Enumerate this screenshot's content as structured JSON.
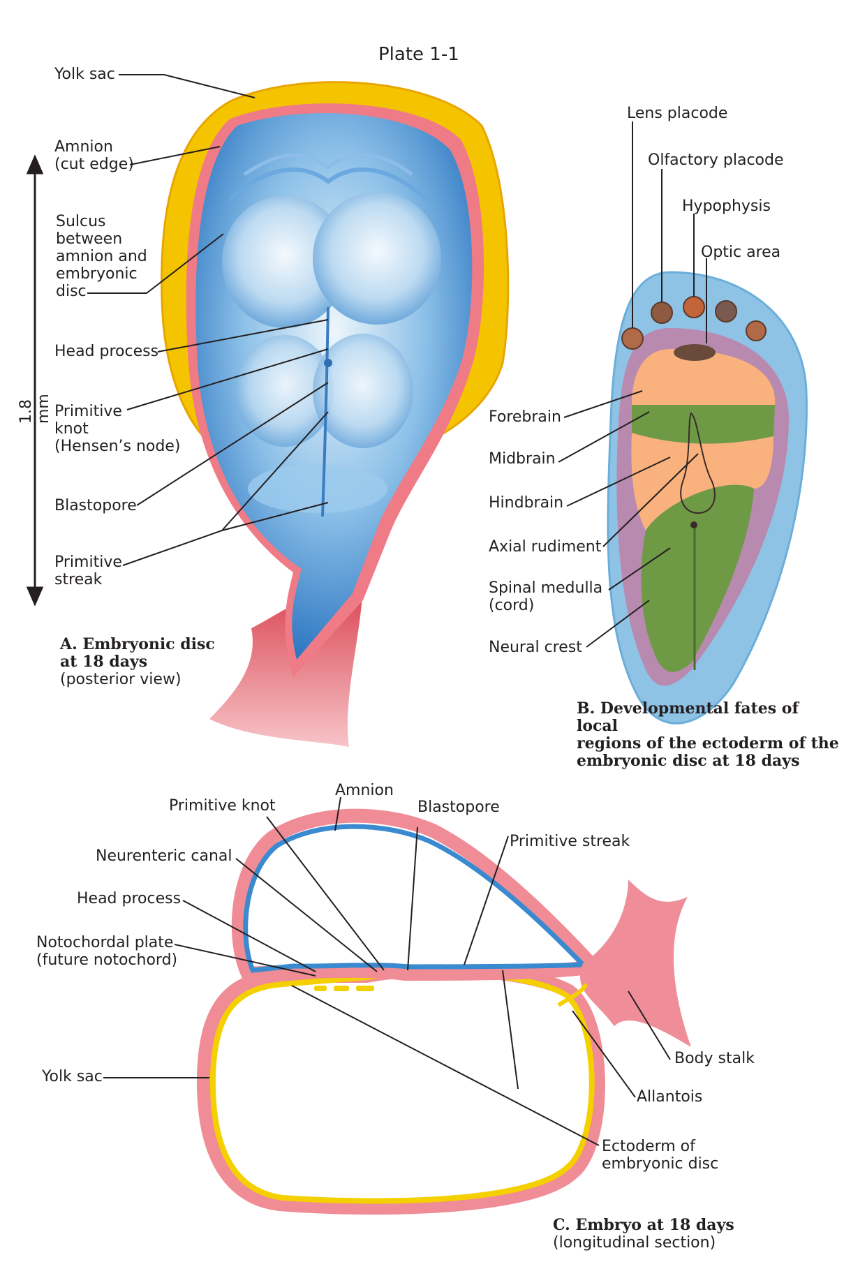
{
  "plate_title": "Plate 1-1",
  "scale_label": "1.8 mm",
  "colors": {
    "yolk_sac": "#f5c400",
    "amnion": "#f08c96",
    "ectoderm_blue": "#3a86cc",
    "disc_light": "#d9ecf8",
    "forebrain_orange": "#f9b27d",
    "midbrain_green": "#6e9a46",
    "neural_crest_violet": "#b88aaf",
    "disc_outer_blue": "#8fc3e6",
    "placode_brown": "#b06a48",
    "body_stalk_red": "#e85a66"
  },
  "panel_a": {
    "title": "A. Embryonic disc\nat 18 days",
    "subtitle": "(posterior view)",
    "labels": {
      "yolk_sac": "Yolk sac",
      "amnion": "Amnion\n(cut edge)",
      "sulcus": "Sulcus\nbetween\namnion and\nembryonic\ndisc",
      "head_process": "Head process",
      "primitive_knot": "Primitive\nknot\n(Hensen’s node)",
      "blastopore": "Blastopore",
      "primitive_streak": "Primitive\nstreak"
    }
  },
  "panel_b": {
    "title": "B. Developmental fates of local\nregions of the ectoderm of the\nembryonic disc at 18 days",
    "labels": {
      "lens_placode": "Lens placode",
      "olfactory_placode": "Olfactory placode",
      "hypophysis": "Hypophysis",
      "optic_area": "Optic area",
      "forebrain": "Forebrain",
      "midbrain": "Midbrain",
      "hindbrain": "Hindbrain",
      "axial_rudiment": "Axial rudiment",
      "spinal_medulla": "Spinal medulla\n(cord)",
      "neural_crest": "Neural crest"
    }
  },
  "panel_c": {
    "title": "C. Embryo at 18 days",
    "subtitle": "(longitudinal section)",
    "labels": {
      "amnion": "Amnion",
      "primitive_knot": "Primitive knot",
      "blastopore": "Blastopore",
      "primitive_streak": "Primitive streak",
      "neurenteric_canal": "Neurenteric canal",
      "head_process": "Head process",
      "notochordal_plate": "Notochordal plate\n(future notochord)",
      "yolk_sac": "Yolk sac",
      "body_stalk": "Body stalk",
      "allantois": "Allantois",
      "ectoderm": "Ectoderm of\nembryonic disc"
    }
  }
}
